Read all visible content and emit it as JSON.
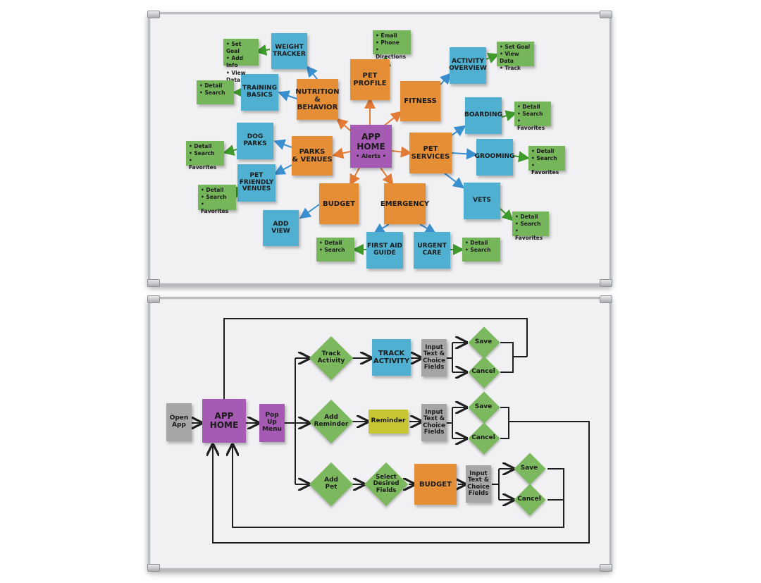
{
  "colors": {
    "blue_note": "#4fb0d2",
    "orange_note": "#e68e35",
    "purple_note": "#a55ab3",
    "green_note": "#76b65a",
    "gray_note": "#a6a6a6",
    "yellow_note": "#c9c633",
    "orange_arrow": "#e27b35",
    "blue_arrow": "#3a8fd0",
    "green_arrow": "#3d9a2b",
    "flow_line": "#1e1e1e"
  },
  "mindmap": {
    "center": {
      "title": "APP\nHOME",
      "subtitle": "• Alerts •"
    },
    "orange": {
      "pet_profile": "PET\nPROFILE",
      "fitness": "FITNESS",
      "nutrition": "NUTRITION\n& BEHAVIOR",
      "parks": "PARKS\n& VENUES",
      "pet_services": "PET\nSERVICES",
      "budget": "BUDGET",
      "emergency": "EMERGENCY"
    },
    "blue": {
      "weight_tracker": "WEIGHT\nTRACKER",
      "training_basics": "TRAINING\nBASICS",
      "activity_overview": "ACTIVITY\nOVERVIEW",
      "boarding": "BOARDING",
      "grooming": "GROOMING",
      "vets": "VETS",
      "dog_parks": "DOG\nPARKS",
      "pet_friendly_venues": "PET\nFRIENDLY\nVENUES",
      "add_view": "ADD VIEW",
      "first_aid_guide": "FIRST AID\nGUIDE",
      "urgent_care": "URGENT\nCARE"
    },
    "green": {
      "weight_tracker_list": [
        "Set Goal",
        "Add Info",
        "View Data"
      ],
      "pet_profile_list": [
        "Email",
        "Phone",
        "Directions"
      ],
      "activity_overview_list": [
        "Set Goal",
        "View Data",
        "Track"
      ],
      "training_basics_list": [
        "Detail",
        "Search"
      ],
      "boarding_list": [
        "Detail",
        "Search",
        "Favorites"
      ],
      "dog_parks_list": [
        "Detail",
        "Search",
        "Favorites"
      ],
      "grooming_list": [
        "Detail",
        "Search",
        "Favorites"
      ],
      "venues_list": [
        "Detail",
        "Search",
        "Favorites"
      ],
      "vets_list": [
        "Detail",
        "Search",
        "Favorites"
      ],
      "first_aid_list": [
        "Detail",
        "Search"
      ],
      "urgent_care_list": [
        "Detail",
        "Search"
      ]
    }
  },
  "flowchart": {
    "open_app": "Open\nApp",
    "app_home": "APP\nHOME",
    "popup_menu": "Pop Up\nMenu",
    "track_activity_decision": "Track\nActivity",
    "add_reminder_decision": "Add\nReminder",
    "add_pet_decision": "Add\nPet",
    "select_fields_decision": "Select\nDesired\nFields",
    "track_activity_note": "TRACK\nACTIVITY",
    "reminder_note": "Reminder",
    "budget_note": "BUDGET",
    "input_fields": "Input\nText &\nChoice\nFields",
    "save": "Save",
    "cancel": "Cancel"
  }
}
